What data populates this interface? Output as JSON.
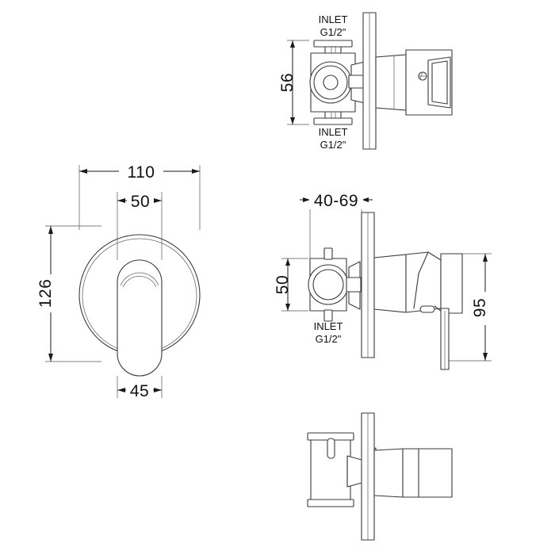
{
  "document": {
    "type": "engineering-drawing",
    "subject": "Concealed shower mixer valve",
    "projection": "orthographic multi-view",
    "units": "mm",
    "background_color": "#ffffff",
    "line_color": "#3a3a3a",
    "text_color": "#111111"
  },
  "views": {
    "top_right": {
      "name": "top-view",
      "label": "top elevation of valve body and handle"
    },
    "front_left": {
      "name": "front-view",
      "label": "front elevation - round escutcheon with oval lever"
    },
    "side_right": {
      "name": "side-view",
      "label": "side elevation - valve body, wall plate, lever"
    },
    "bottom_right": {
      "name": "bottom-view",
      "label": "bottom plan view"
    }
  },
  "dimensions": {
    "plate_width": "110",
    "handle_width_top": "50",
    "handle_width_bottom": "45",
    "plate_height": "126",
    "body_height_top": "56",
    "body_height_side": "50",
    "wall_depth_range": "40-69",
    "handle_projection_height": "95"
  },
  "annotations": {
    "inlet_top_line1": "INLET",
    "inlet_top_line2": "G1/2\"",
    "inlet_bottom_line1": "INLET",
    "inlet_bottom_line2": "G1/2\"",
    "inlet_side_line1": "INLET",
    "inlet_side_line2": "G1/2\""
  }
}
